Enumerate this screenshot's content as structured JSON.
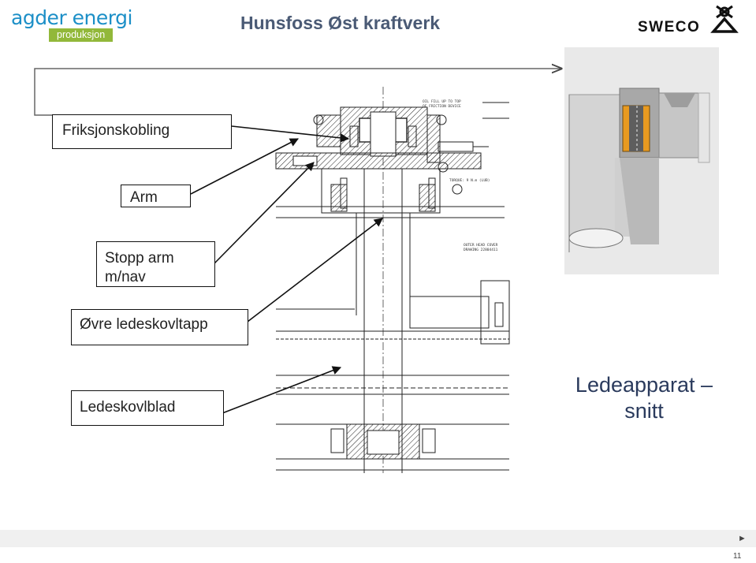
{
  "header": {
    "title": "Hunsfoss Øst kraftverk",
    "logo_left_text": "agder energi",
    "logo_left_tagline": "produksjon",
    "logo_right_text": "SWECO"
  },
  "labels": {
    "friksjonskobling": "Friksjonskobling",
    "arm": "Arm",
    "stopp_line1": "Stopp arm",
    "stopp_line2": "m/nav",
    "ovre": "Øvre ledeskovltapp",
    "ledeskovlblad": "Ledeskovlblad"
  },
  "caption": {
    "line1": "Ledeapparat –",
    "line2": "snitt"
  },
  "drawing_notes": {
    "n1": "OIL FILL UP TO TOP",
    "n2": "OF FRICTION DEVICE",
    "n3": "OUTER HEAD COVER",
    "n4": "DRAWING 22804411",
    "n5": "TORQUE: 9 N.m (LUB)"
  },
  "footer": {
    "page_number": "11"
  },
  "colors": {
    "title": "#4a5a75",
    "brand_blue": "#1c8fc7",
    "brand_green": "#92b83a",
    "highlight_orange": "#e89a20",
    "caption": "#2a3a5c"
  }
}
